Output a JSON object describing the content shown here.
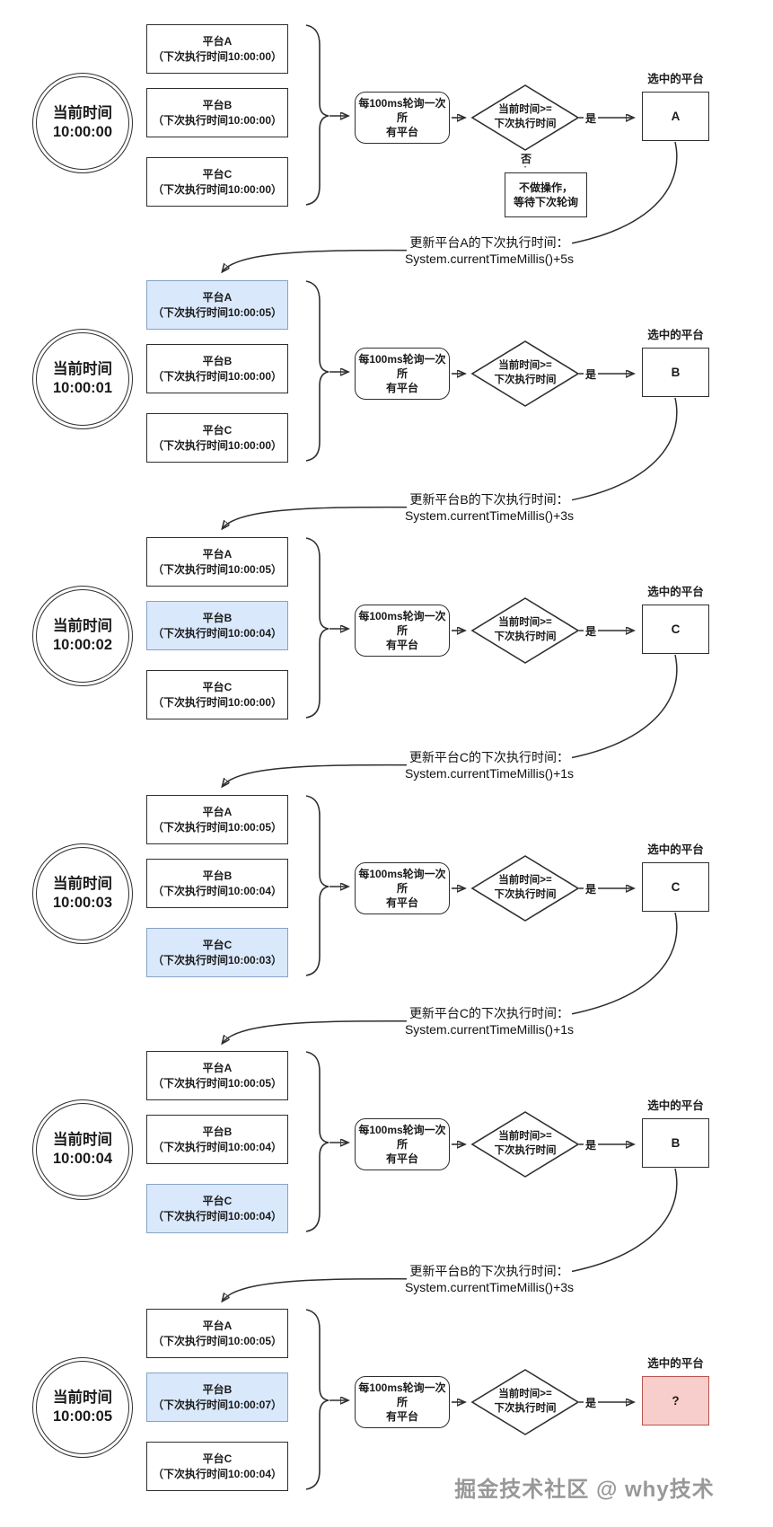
{
  "colors": {
    "highlight_fill": "#d9e8fb",
    "highlight_border": "#86a2c6",
    "alert_fill": "#f8cecc",
    "alert_border": "#b85450",
    "line": "#2e2e2e"
  },
  "rows": [
    {
      "time_label": "当前时间",
      "time": "10:00:00",
      "platforms": [
        {
          "name": "平台A",
          "detail": "（下次执行时间10:00:00）",
          "highlight": false
        },
        {
          "name": "平台B",
          "detail": "（下次执行时间10:00:00）",
          "highlight": false
        },
        {
          "name": "平台C",
          "detail": "（下次执行时间10:00:00）",
          "highlight": false
        }
      ],
      "poll_line1": "每100ms轮询一次所",
      "poll_line2": "有平台",
      "cond_line1": "当前时间>=",
      "cond_line2": "下次执行时间",
      "yes_label": "是",
      "no_label": "否",
      "no_action_line1": "不做操作，",
      "no_action_line2": "等待下次轮询",
      "selected_title": "选中的平台",
      "selected": "A"
    },
    {
      "time_label": "当前时间",
      "time": "10:00:01",
      "platforms": [
        {
          "name": "平台A",
          "detail": "（下次执行时间10:00:05）",
          "highlight": true
        },
        {
          "name": "平台B",
          "detail": "（下次执行时间10:00:00）",
          "highlight": false
        },
        {
          "name": "平台C",
          "detail": "（下次执行时间10:00:00）",
          "highlight": false
        }
      ],
      "poll_line1": "每100ms轮询一次所",
      "poll_line2": "有平台",
      "cond_line1": "当前时间>=",
      "cond_line2": "下次执行时间",
      "yes_label": "是",
      "selected_title": "选中的平台",
      "selected": "B"
    },
    {
      "time_label": "当前时间",
      "time": "10:00:02",
      "platforms": [
        {
          "name": "平台A",
          "detail": "（下次执行时间10:00:05）",
          "highlight": false
        },
        {
          "name": "平台B",
          "detail": "（下次执行时间10:00:04）",
          "highlight": true
        },
        {
          "name": "平台C",
          "detail": "（下次执行时间10:00:00）",
          "highlight": false
        }
      ],
      "poll_line1": "每100ms轮询一次所",
      "poll_line2": "有平台",
      "cond_line1": "当前时间>=",
      "cond_line2": "下次执行时间",
      "yes_label": "是",
      "selected_title": "选中的平台",
      "selected": "C"
    },
    {
      "time_label": "当前时间",
      "time": "10:00:03",
      "platforms": [
        {
          "name": "平台A",
          "detail": "（下次执行时间10:00:05）",
          "highlight": false
        },
        {
          "name": "平台B",
          "detail": "（下次执行时间10:00:04）",
          "highlight": false
        },
        {
          "name": "平台C",
          "detail": "（下次执行时间10:00:03）",
          "highlight": true
        }
      ],
      "poll_line1": "每100ms轮询一次所",
      "poll_line2": "有平台",
      "cond_line1": "当前时间>=",
      "cond_line2": "下次执行时间",
      "yes_label": "是",
      "selected_title": "选中的平台",
      "selected": "C"
    },
    {
      "time_label": "当前时间",
      "time": "10:00:04",
      "platforms": [
        {
          "name": "平台A",
          "detail": "（下次执行时间10:00:05）",
          "highlight": false
        },
        {
          "name": "平台B",
          "detail": "（下次执行时间10:00:04）",
          "highlight": false
        },
        {
          "name": "平台C",
          "detail": "（下次执行时间10:00:04）",
          "highlight": true
        }
      ],
      "poll_line1": "每100ms轮询一次所",
      "poll_line2": "有平台",
      "cond_line1": "当前时间>=",
      "cond_line2": "下次执行时间",
      "yes_label": "是",
      "selected_title": "选中的平台",
      "selected": "B"
    },
    {
      "time_label": "当前时间",
      "time": "10:00:05",
      "platforms": [
        {
          "name": "平台A",
          "detail": "（下次执行时间10:00:05）",
          "highlight": false
        },
        {
          "name": "平台B",
          "detail": "（下次执行时间10:00:07）",
          "highlight": true
        },
        {
          "name": "平台C",
          "detail": "（下次执行时间10:00:04）",
          "highlight": false
        }
      ],
      "poll_line1": "每100ms轮询一次所",
      "poll_line2": "有平台",
      "cond_line1": "当前时间>=",
      "cond_line2": "下次执行时间",
      "yes_label": "是",
      "selected_title": "选中的平台",
      "selected": "?",
      "selected_fill": "#f8cecc",
      "selected_border": "#b85450"
    }
  ],
  "transitions": [
    {
      "line1": "更新平台A的下次执行时间：",
      "line2": "System.currentTimeMillis()+5s"
    },
    {
      "line1": "更新平台B的下次执行时间：",
      "line2": "System.currentTimeMillis()+3s"
    },
    {
      "line1": "更新平台C的下次执行时间：",
      "line2": "System.currentTimeMillis()+1s"
    },
    {
      "line1": "更新平台C的下次执行时间：",
      "line2": "System.currentTimeMillis()+1s"
    },
    {
      "line1": "更新平台B的下次执行时间：",
      "line2": "System.currentTimeMillis()+3s"
    }
  ],
  "footer": "掘金技术社区 @ why技术"
}
